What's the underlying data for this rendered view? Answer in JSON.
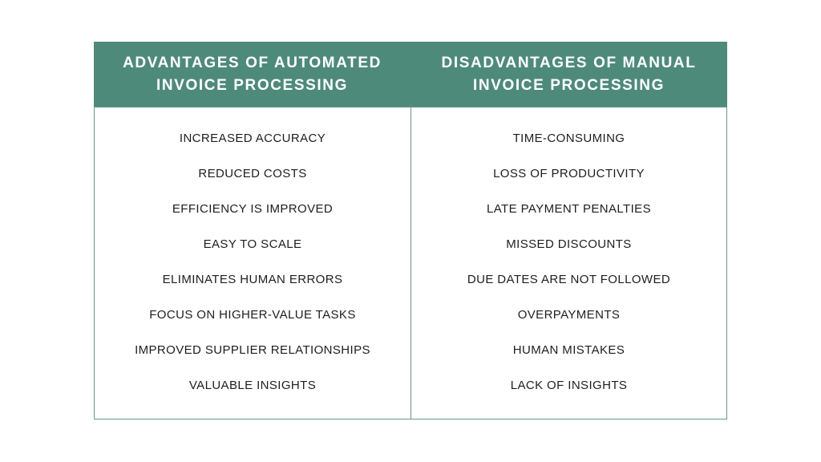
{
  "theme": {
    "header_green": "#4e8a7a",
    "border_teal": "#6b9688",
    "header_text": "#ffffff",
    "body_text": "#1e1e1e",
    "page_background": "#ffffff"
  },
  "table": {
    "columns": [
      {
        "id": "advantages",
        "header": "ADVANTAGES OF AUTOMATED INVOICE PROCESSING",
        "items": [
          "INCREASED ACCURACY",
          "REDUCED COSTS",
          "EFFICIENCY IS IMPROVED",
          "EASY TO SCALE",
          "ELIMINATES HUMAN ERRORS",
          "FOCUS ON HIGHER-VALUE TASKS",
          "IMPROVED SUPPLIER RELATIONSHIPS",
          "VALUABLE INSIGHTS"
        ]
      },
      {
        "id": "disadvantages",
        "header": "DISADVANTAGES OF MANUAL INVOICE PROCESSING",
        "items": [
          "TIME-CONSUMING",
          "LOSS OF PRODUCTIVITY",
          "LATE PAYMENT PENALTIES",
          "MISSED DISCOUNTS",
          "DUE DATES ARE NOT FOLLOWED",
          "OVERPAYMENTS",
          "HUMAN MISTAKES",
          "LACK OF INSIGHTS"
        ]
      }
    ]
  }
}
